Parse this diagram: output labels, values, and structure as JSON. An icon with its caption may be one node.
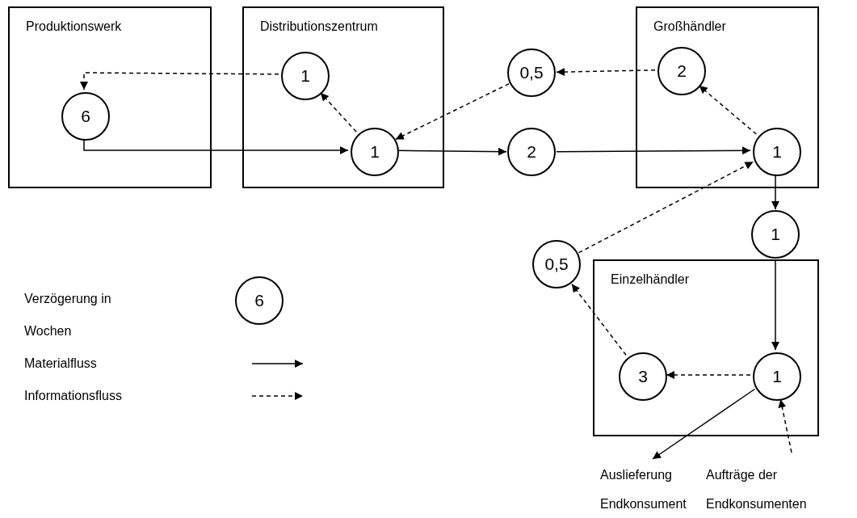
{
  "diagram": {
    "nodes": [
      {
        "text": [
          "Produktionswerk"
        ]
      },
      {
        "text": [
          "Distributionszentrum"
        ]
      },
      {
        "text": [
          "Großhändler"
        ]
      },
      {
        "text": [
          "Einzelhändler"
        ]
      },
      {
        "text": [
          "6"
        ],
        "in": 0
      },
      {
        "text": [
          "1"
        ],
        "in": 1
      },
      {
        "text": [
          "1"
        ],
        "in": 1
      },
      {
        "text": [
          "0,5"
        ]
      },
      {
        "text": [
          "2"
        ],
        "in": 2
      },
      {
        "text": [
          "2"
        ]
      },
      {
        "text": [
          "1"
        ],
        "in": 2
      },
      {
        "text": [
          "1"
        ]
      },
      {
        "text": [
          "0,5"
        ]
      },
      {
        "text": [
          "3"
        ],
        "in": 3
      },
      {
        "text": [
          "1"
        ],
        "in": 3
      },
      {
        "text": [
          "Auslieferung Endkonsument"
        ]
      },
      {
        "text": [
          "Aufträge der Endkonsumenten"
        ]
      }
    ],
    "edges": [
      {
        "from": 4,
        "to": 6,
        "arrow": "to"
      },
      {
        "from": 6,
        "to": 9,
        "arrow": "to"
      },
      {
        "from": 9,
        "to": 10,
        "arrow": "to"
      },
      {
        "from": 10,
        "to": 11,
        "arrow": "to"
      },
      {
        "from": 11,
        "to": 14,
        "arrow": "to"
      },
      {
        "from": 14,
        "to": 15,
        "arrow": "to"
      },
      {
        "from": 16,
        "to": 14,
        "arrow": "to",
        "style": "dashed"
      },
      {
        "from": 14,
        "to": 13,
        "arrow": "to",
        "style": "dashed"
      },
      {
        "from": 13,
        "to": 12,
        "arrow": "to",
        "style": "dashed"
      },
      {
        "from": 12,
        "to": 10,
        "arrow": "to",
        "style": "dashed"
      },
      {
        "from": 10,
        "to": 8,
        "arrow": "to",
        "style": "dashed"
      },
      {
        "from": 8,
        "to": 7,
        "arrow": "to",
        "style": "dashed"
      },
      {
        "from": 7,
        "to": 6,
        "arrow": "to",
        "style": "dashed"
      },
      {
        "from": 6,
        "to": 5,
        "arrow": "to",
        "style": "dashed"
      },
      {
        "from": 5,
        "to": 4,
        "arrow": "to",
        "style": "dashed"
      }
    ],
    "labels": [
      "6"
    ],
    "legend": [
      {
        "text": "Verzögerung in Wochen"
      },
      {
        "text": "Materialfluss"
      },
      {
        "text": "Informationsfluss"
      }
    ]
  }
}
